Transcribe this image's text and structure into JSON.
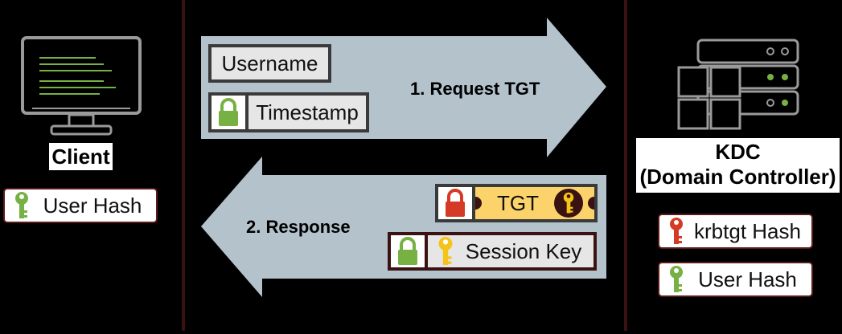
{
  "client": {
    "label": "Client",
    "hash_label": "User Hash"
  },
  "kdc": {
    "label_line1": "KDC",
    "label_line2": "(Domain Controller)",
    "krbtgt_hash_label": "krbtgt Hash",
    "user_hash_label": "User Hash"
  },
  "request": {
    "label": "1. Request TGT",
    "username": "Username",
    "timestamp": "Timestamp"
  },
  "response": {
    "label": "2. Response",
    "tgt": "TGT",
    "session_key": "Session Key"
  },
  "colors": {
    "arrow": "#b4c2cc",
    "green": "#77b144",
    "red": "#d53a26",
    "gold": "#f5c418",
    "divider": "#3a1212"
  },
  "icons": [
    "monitor-icon",
    "server-icon",
    "key-icon",
    "lock-icon"
  ]
}
